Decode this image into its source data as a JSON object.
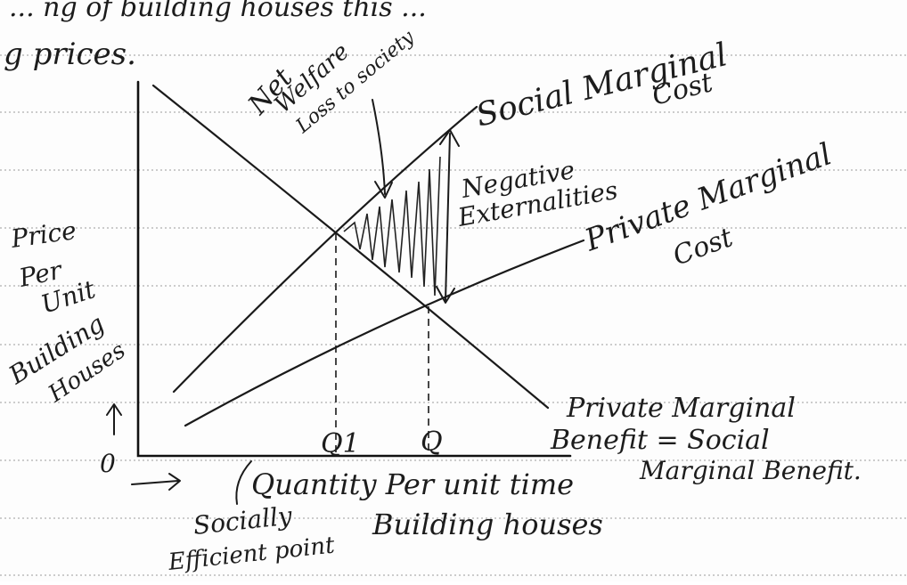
{
  "header_fragment": {
    "line1": "... ng of building houses this ...",
    "line2": "g prices."
  },
  "labels": {
    "y_axis": [
      "Price",
      "Per",
      "Unit",
      "Building",
      "Houses"
    ],
    "origin": "0",
    "smc": [
      "Social Marginal",
      "Cost"
    ],
    "pmc": [
      "Private Marginal",
      "Cost"
    ],
    "welfare_loss": [
      "Net",
      "Welfare",
      "Loss to society"
    ],
    "externalities": [
      "Negative",
      "Externalities"
    ],
    "benefit": [
      "Private Marginal",
      "Benefit = Social",
      "Marginal Benefit."
    ],
    "q1": "Q1",
    "q": "Q",
    "x_axis": [
      "Quantity Per unit time",
      "Building houses"
    ],
    "efficient": [
      "Socially",
      "Efficient point"
    ]
  },
  "colors": {
    "ink": "#1c1c1c",
    "paper": "#fdfdfd",
    "rule": "#9a9a9a"
  }
}
